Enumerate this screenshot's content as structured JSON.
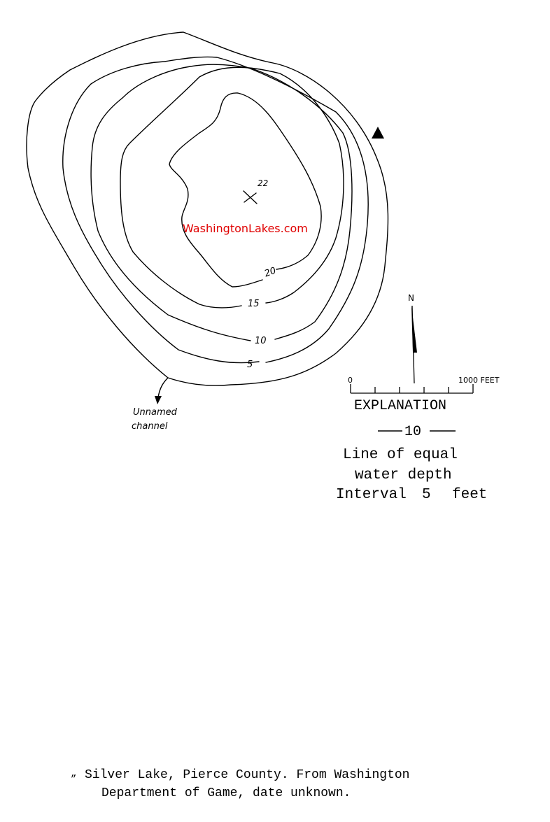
{
  "map": {
    "contour_labels": {
      "c5": "5",
      "c10": "10",
      "c15": "15",
      "c20": "20"
    },
    "max_depth": "22",
    "channel_label": {
      "line1": "Unnamed",
      "line2": "channel"
    },
    "watermark": "WashingtonLakes.com",
    "north_label": "N",
    "scale": {
      "start": "0",
      "end": "1000 FEET"
    }
  },
  "explanation": {
    "title": "EXPLANATION",
    "sample": "10",
    "line1": "Line of equal",
    "line2": "water depth",
    "interval_label": "Interval",
    "interval_value": "5",
    "interval_unit": "feet"
  },
  "caption": {
    "bullet": "„",
    "line1": "Silver Lake, Pierce County.  From Washington",
    "line2": "Department of Game, date unknown."
  },
  "colors": {
    "ink": "#000000",
    "watermark": "#e00000",
    "background": "#ffffff"
  }
}
